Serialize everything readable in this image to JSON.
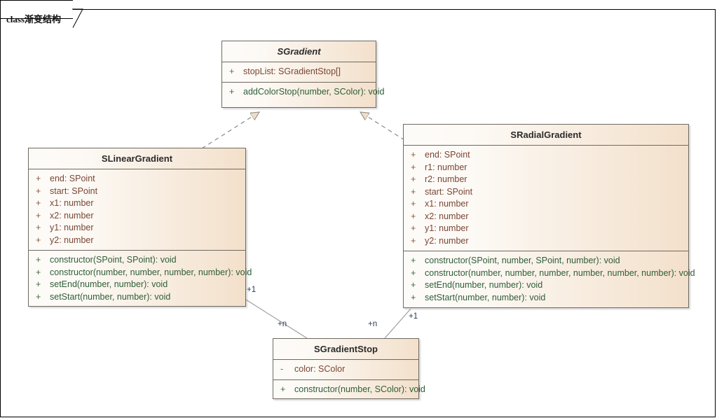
{
  "diagram": {
    "frame_keyword": "class",
    "frame_title": "渐变结构",
    "frame_label_full": "class渐变结构"
  },
  "palette": {
    "box_fill_left": "#FDFBF8",
    "box_fill_right": "#F3E0CB",
    "box_border": "#6E6A60",
    "attribute_text": "#7A4634",
    "method_text": "#2F5D38",
    "title_text": "#2B2B2B",
    "link_line": "#8A8A8A",
    "arrow_fill": "#F3DEC2",
    "multiplicity_text": "#2B3A55"
  },
  "classes": {
    "sgradient": {
      "name": "SGradient",
      "abstract": true,
      "attributes": [
        {
          "visibility": "+",
          "text": "stopList: SGradientStop[]"
        }
      ],
      "methods": [
        {
          "visibility": "+",
          "text": "addColorStop(number, SColor): void"
        }
      ]
    },
    "slineargradient": {
      "name": "SLinearGradient",
      "abstract": false,
      "attributes": [
        {
          "visibility": "+",
          "text": "end: SPoint"
        },
        {
          "visibility": "+",
          "text": "start: SPoint"
        },
        {
          "visibility": "+",
          "text": "x1: number"
        },
        {
          "visibility": "+",
          "text": "x2: number"
        },
        {
          "visibility": "+",
          "text": "y1: number"
        },
        {
          "visibility": "+",
          "text": "y2: number"
        }
      ],
      "methods": [
        {
          "visibility": "+",
          "text": "constructor(SPoint, SPoint): void"
        },
        {
          "visibility": "+",
          "text": "constructor(number, number, number, number): void"
        },
        {
          "visibility": "+",
          "text": "setEnd(number, number): void"
        },
        {
          "visibility": "+",
          "text": "setStart(number, number): void"
        }
      ]
    },
    "sradialgradient": {
      "name": "SRadialGradient",
      "abstract": false,
      "attributes": [
        {
          "visibility": "+",
          "text": "end: SPoint"
        },
        {
          "visibility": "+",
          "text": "r1: number"
        },
        {
          "visibility": "+",
          "text": "r2: number"
        },
        {
          "visibility": "+",
          "text": "start: SPoint"
        },
        {
          "visibility": "+",
          "text": "x1: number"
        },
        {
          "visibility": "+",
          "text": "x2: number"
        },
        {
          "visibility": "+",
          "text": "y1: number"
        },
        {
          "visibility": "+",
          "text": "y2: number"
        }
      ],
      "methods": [
        {
          "visibility": "+",
          "text": "constructor(SPoint, number, SPoint, number): void"
        },
        {
          "visibility": "+",
          "text": "constructor(number, number, number, number, number, number): void"
        },
        {
          "visibility": "+",
          "text": "setEnd(number, number): void"
        },
        {
          "visibility": "+",
          "text": "setStart(number, number): void"
        }
      ]
    },
    "sgradientstop": {
      "name": "SGradientStop",
      "abstract": false,
      "attributes": [
        {
          "visibility": "-",
          "text": "color: SColor"
        }
      ],
      "methods": [
        {
          "visibility": "+",
          "text": "constructor(number, SColor): void"
        }
      ]
    }
  },
  "relationships": {
    "generalizations": [
      {
        "from": "SLinearGradient",
        "to": "SGradient",
        "style": "dashed",
        "arrow": "hollow-triangle"
      },
      {
        "from": "SRadialGradient",
        "to": "SGradient",
        "style": "dashed",
        "arrow": "hollow-triangle"
      }
    ],
    "associations": [
      {
        "from": "SLinearGradient",
        "to": "SGradientStop",
        "from_multiplicity": "+1",
        "to_multiplicity": "+n"
      },
      {
        "from": "SRadialGradient",
        "to": "SGradientStop",
        "from_multiplicity": "+1",
        "to_multiplicity": "+n"
      }
    ]
  },
  "multiplicity_labels": {
    "linear_one": "+1",
    "linear_n": "+n",
    "radial_n": "+n",
    "radial_one": "+1"
  }
}
